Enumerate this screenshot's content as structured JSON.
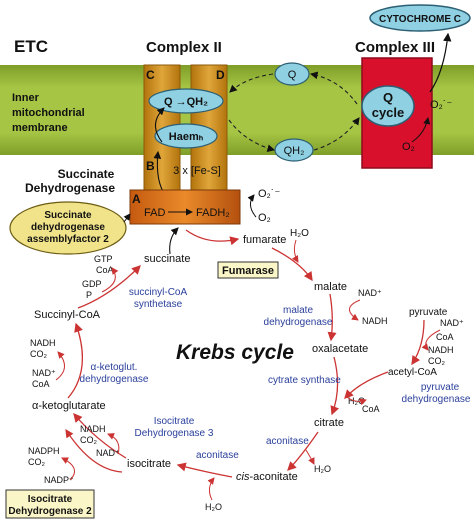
{
  "header": {
    "etc": "ETC",
    "complex2": "Complex II",
    "complex3": "Complex III",
    "cytochrome_c": "CYTOCHROME C"
  },
  "membrane": {
    "label_lines": [
      "Inner",
      "mitochondrial",
      "membrane"
    ],
    "q_top": "Q",
    "qh2_bottom": "QH₂",
    "q_cycle_lines": [
      "Q",
      "cycle"
    ],
    "o2_radical": "O₂˙⁻",
    "o2": "O₂"
  },
  "complex2": {
    "subunit_c": "C",
    "subunit_d": "D",
    "subunit_b": "B",
    "subunit_a": "A",
    "q_to_qh2": "Q →QH₂",
    "haem": "Haemₕ",
    "fes": "3 x [Fe-S]",
    "fad": "FAD",
    "fadh2": "FADH₂",
    "o2_radical": "O₂˙⁻",
    "o2": "O₂",
    "sdh_lines": [
      "Succinate",
      "Dehydrogenase"
    ],
    "assembly_lines": [
      "Succinate",
      "dehydrogenase",
      "assemblyfactor 2"
    ]
  },
  "cycle": {
    "title": "Krebs cycle",
    "metabolites": {
      "succinate": "succinate",
      "fumarate": "fumarate",
      "malate": "malate",
      "oxalacetate": "oxalacetate",
      "citrate": "citrate",
      "cis_aconitate": "cis-aconitate",
      "isocitrate": "isocitrate",
      "a_ketoglutarate": "α-ketoglutarate",
      "succinyl_coa": "Succinyl-CoA",
      "acetyl_coa": "acetyl-CoA",
      "pyruvate": "pyruvate"
    },
    "enzymes": {
      "fumarase": "Fumarase",
      "malate_dh": [
        "malate",
        "dehydrogenase"
      ],
      "citrate_synthase": "cytrate synthase",
      "aconitase_upper": "aconitase",
      "aconitase_lower": "aconitase",
      "isocitrate_dh3": [
        "Isocitrate",
        "Dehydrogenase 3"
      ],
      "isocitrate_dh2": [
        "Isocitrate",
        "Dehydrogenase 2"
      ],
      "a_ketoglut_dh": [
        "α-ketoglut.",
        "dehydrogenase"
      ],
      "succinyl_coa_synthetase": [
        "succinyl-CoA",
        "synthetase"
      ],
      "pyruvate_dh": [
        "pyruvate",
        "dehydrogenase"
      ]
    },
    "cofactors": {
      "h2o_fumarate": "H₂O",
      "nad_malate": "NAD⁺",
      "nadh_malate": "NADH",
      "nad_pyruvate": "NAD⁺",
      "coa_pyruvate": "CoA",
      "nadh_pyruvate": "NADH",
      "co2_pyruvate": "CO₂",
      "h2o_citrate": "H₂O",
      "coa_citrate": "CoA",
      "h2o_aconitate": "H₂O",
      "h2o_cis": "H₂O",
      "gtp": "GTP",
      "coa_succ": "CoA",
      "gdp": "GDP",
      "p": "P",
      "nadh_akg": "NADH",
      "co2_akg": "CO₂",
      "nad_akg": "NAD⁺",
      "coa_akg": "CoA",
      "nadh_idh3": "NADH",
      "co2_idh3": "CO₂",
      "nad_idh3": "NAD⁺",
      "nadph_idh2": "NADPH",
      "co2_idh2": "CO₂",
      "nadp_idh2": "NADP⁺"
    }
  },
  "colors": {
    "membrane": "#9bbb3d",
    "membrane_dark": "#6f8f22",
    "complex2": "#c98a1c",
    "complex2_bottom": "#d86a18",
    "complex3": "#d8102c",
    "bubble": "#8fd0e2",
    "bubble_dark": "#4a95b0",
    "pale_yellow": "#f4e98a",
    "arrow_red": "#cc3333",
    "enzyme_blue": "#2a3f9b"
  }
}
